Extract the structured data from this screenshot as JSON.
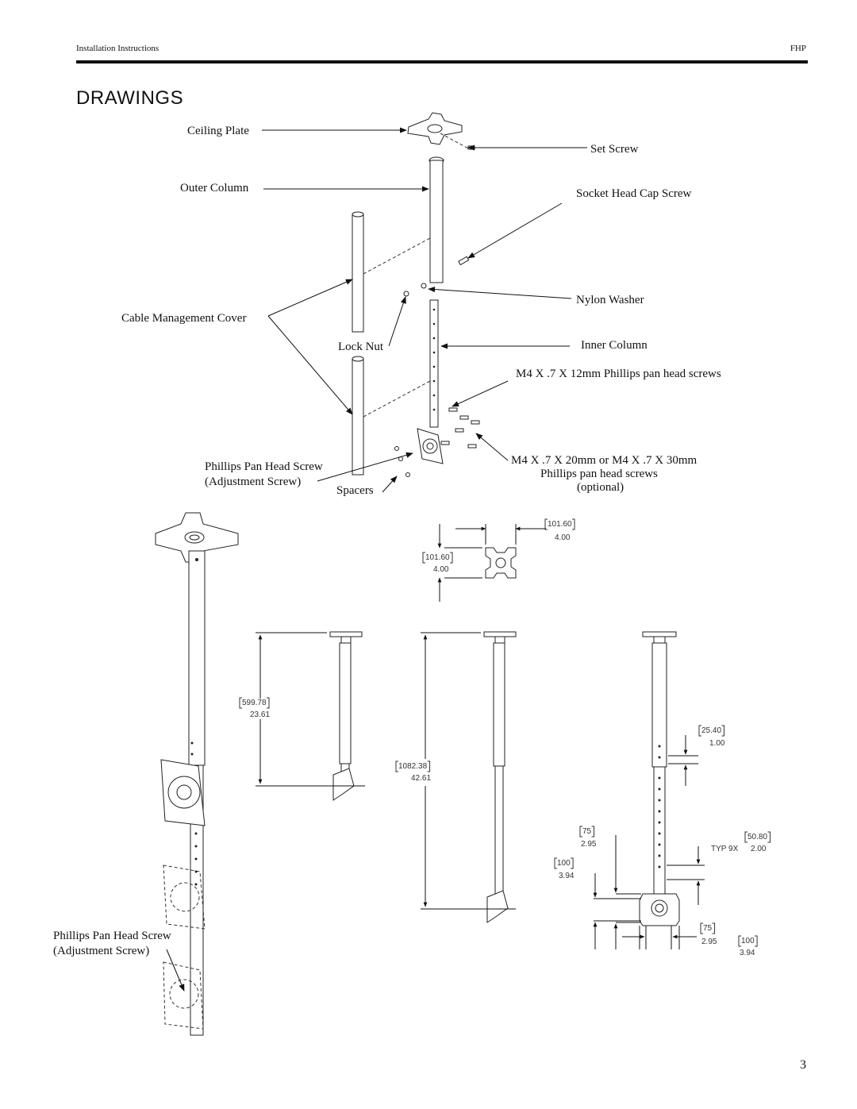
{
  "header": {
    "left": "Installation Instructions",
    "right": "FHP"
  },
  "title": "DRAWINGS",
  "exploded_view": {
    "ceiling_plate": "Ceiling Plate",
    "set_screw": "Set Screw",
    "outer_column": "Outer Column",
    "socket_head_cap_screw": "Socket Head Cap Screw",
    "nylon_washer": "Nylon Washer",
    "cable_management_cover": "Cable Management Cover",
    "lock_nut": "Lock Nut",
    "inner_column": "Inner Column",
    "m4_12mm": "M4 X .7 X 12mm Phillips pan head screws",
    "adj_screw_line1": "Phillips Pan Head Screw",
    "adj_screw_line2": "(Adjustment Screw)",
    "spacers": "Spacers",
    "m4_long_line1": "M4 X .7 X 20mm or M4 X .7 X 30mm",
    "m4_long_line2": "Phillips pan head screws",
    "m4_long_line3": "(optional)"
  },
  "assembled_view": {
    "adj_screw_line1": "Phillips Pan Head Screw",
    "adj_screw_line2": "(Adjustment Screw)"
  },
  "dimensions": {
    "plate_width_mm": "101.60",
    "plate_width_in": "4.00",
    "plate_height_mm": "101.60",
    "plate_height_in": "4.00",
    "short_mm": "599.78",
    "short_in": "23.61",
    "long_mm": "1082.38",
    "long_in": "42.61",
    "hole_pitch_mm": "25.40",
    "hole_pitch_in": "1.00",
    "vesa75_mm": "75",
    "vesa75_in": "2.95",
    "vesa100_mm": "100",
    "vesa100_in": "3.94",
    "typ_label": "TYP 9X",
    "typ_mm": "50.80",
    "typ_in": "2.00",
    "bottom75_mm": "75",
    "bottom75_in": "2.95",
    "bottom100_mm": "100",
    "bottom100_in": "3.94"
  },
  "page_number": "3"
}
